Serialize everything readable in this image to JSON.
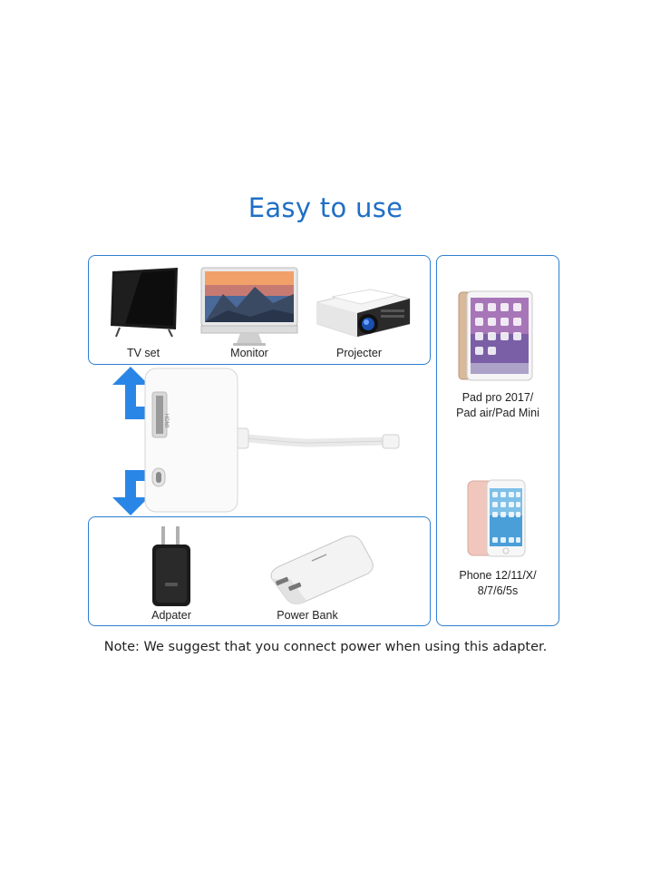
{
  "title": "Easy to use",
  "outputs": {
    "tv_label": "TV set",
    "monitor_label": "Monitor",
    "projector_label": "Projecter"
  },
  "power": {
    "adapter_label": "Adpater",
    "powerbank_label": "Power Bank"
  },
  "devices": {
    "ipad_label_line1": "Pad pro 2017/",
    "ipad_label_line2": "Pad air/Pad Mini",
    "iphone_label_line1": "Phone 12/11/X/",
    "iphone_label_line2": "8/7/6/5s"
  },
  "adapter_port_text": "HDMI",
  "note": "Note: We suggest that you connect power when using this adapter.",
  "colors": {
    "accent": "#1f6fc6",
    "border": "#2f7fd0",
    "arrow": "#2a86e6"
  }
}
